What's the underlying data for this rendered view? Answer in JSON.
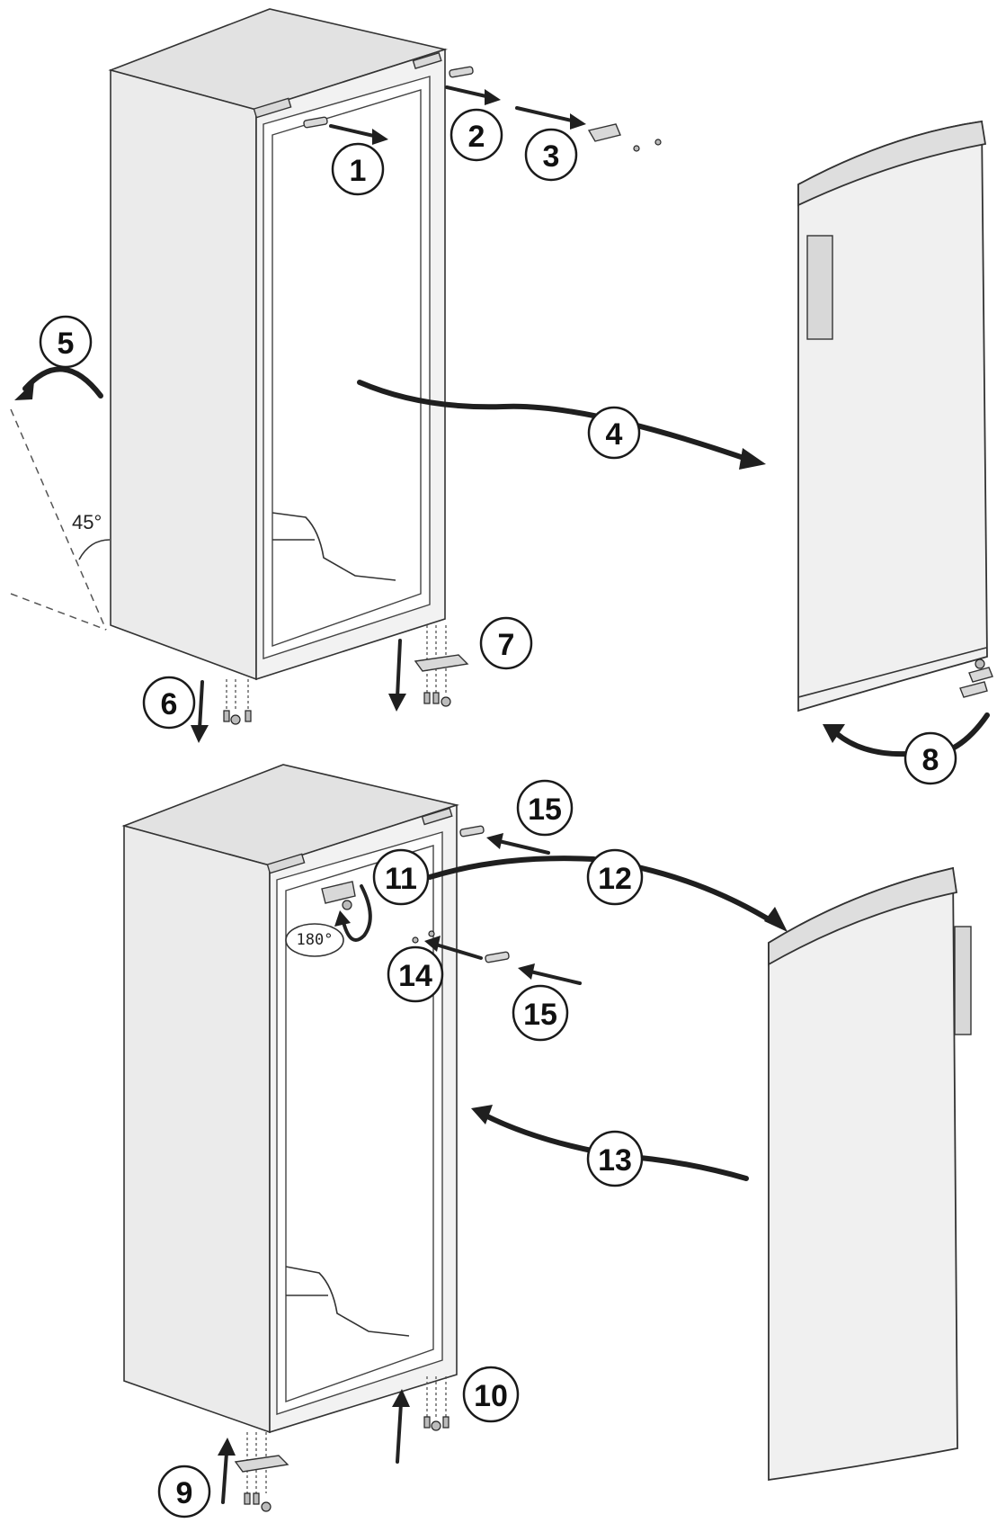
{
  "steps": [
    "1",
    "2",
    "3",
    "4",
    "5",
    "6",
    "7",
    "8",
    "9",
    "10",
    "11",
    "12",
    "13",
    "14",
    "15",
    "15"
  ],
  "angle_label": "45°",
  "rotation_label": "180°"
}
